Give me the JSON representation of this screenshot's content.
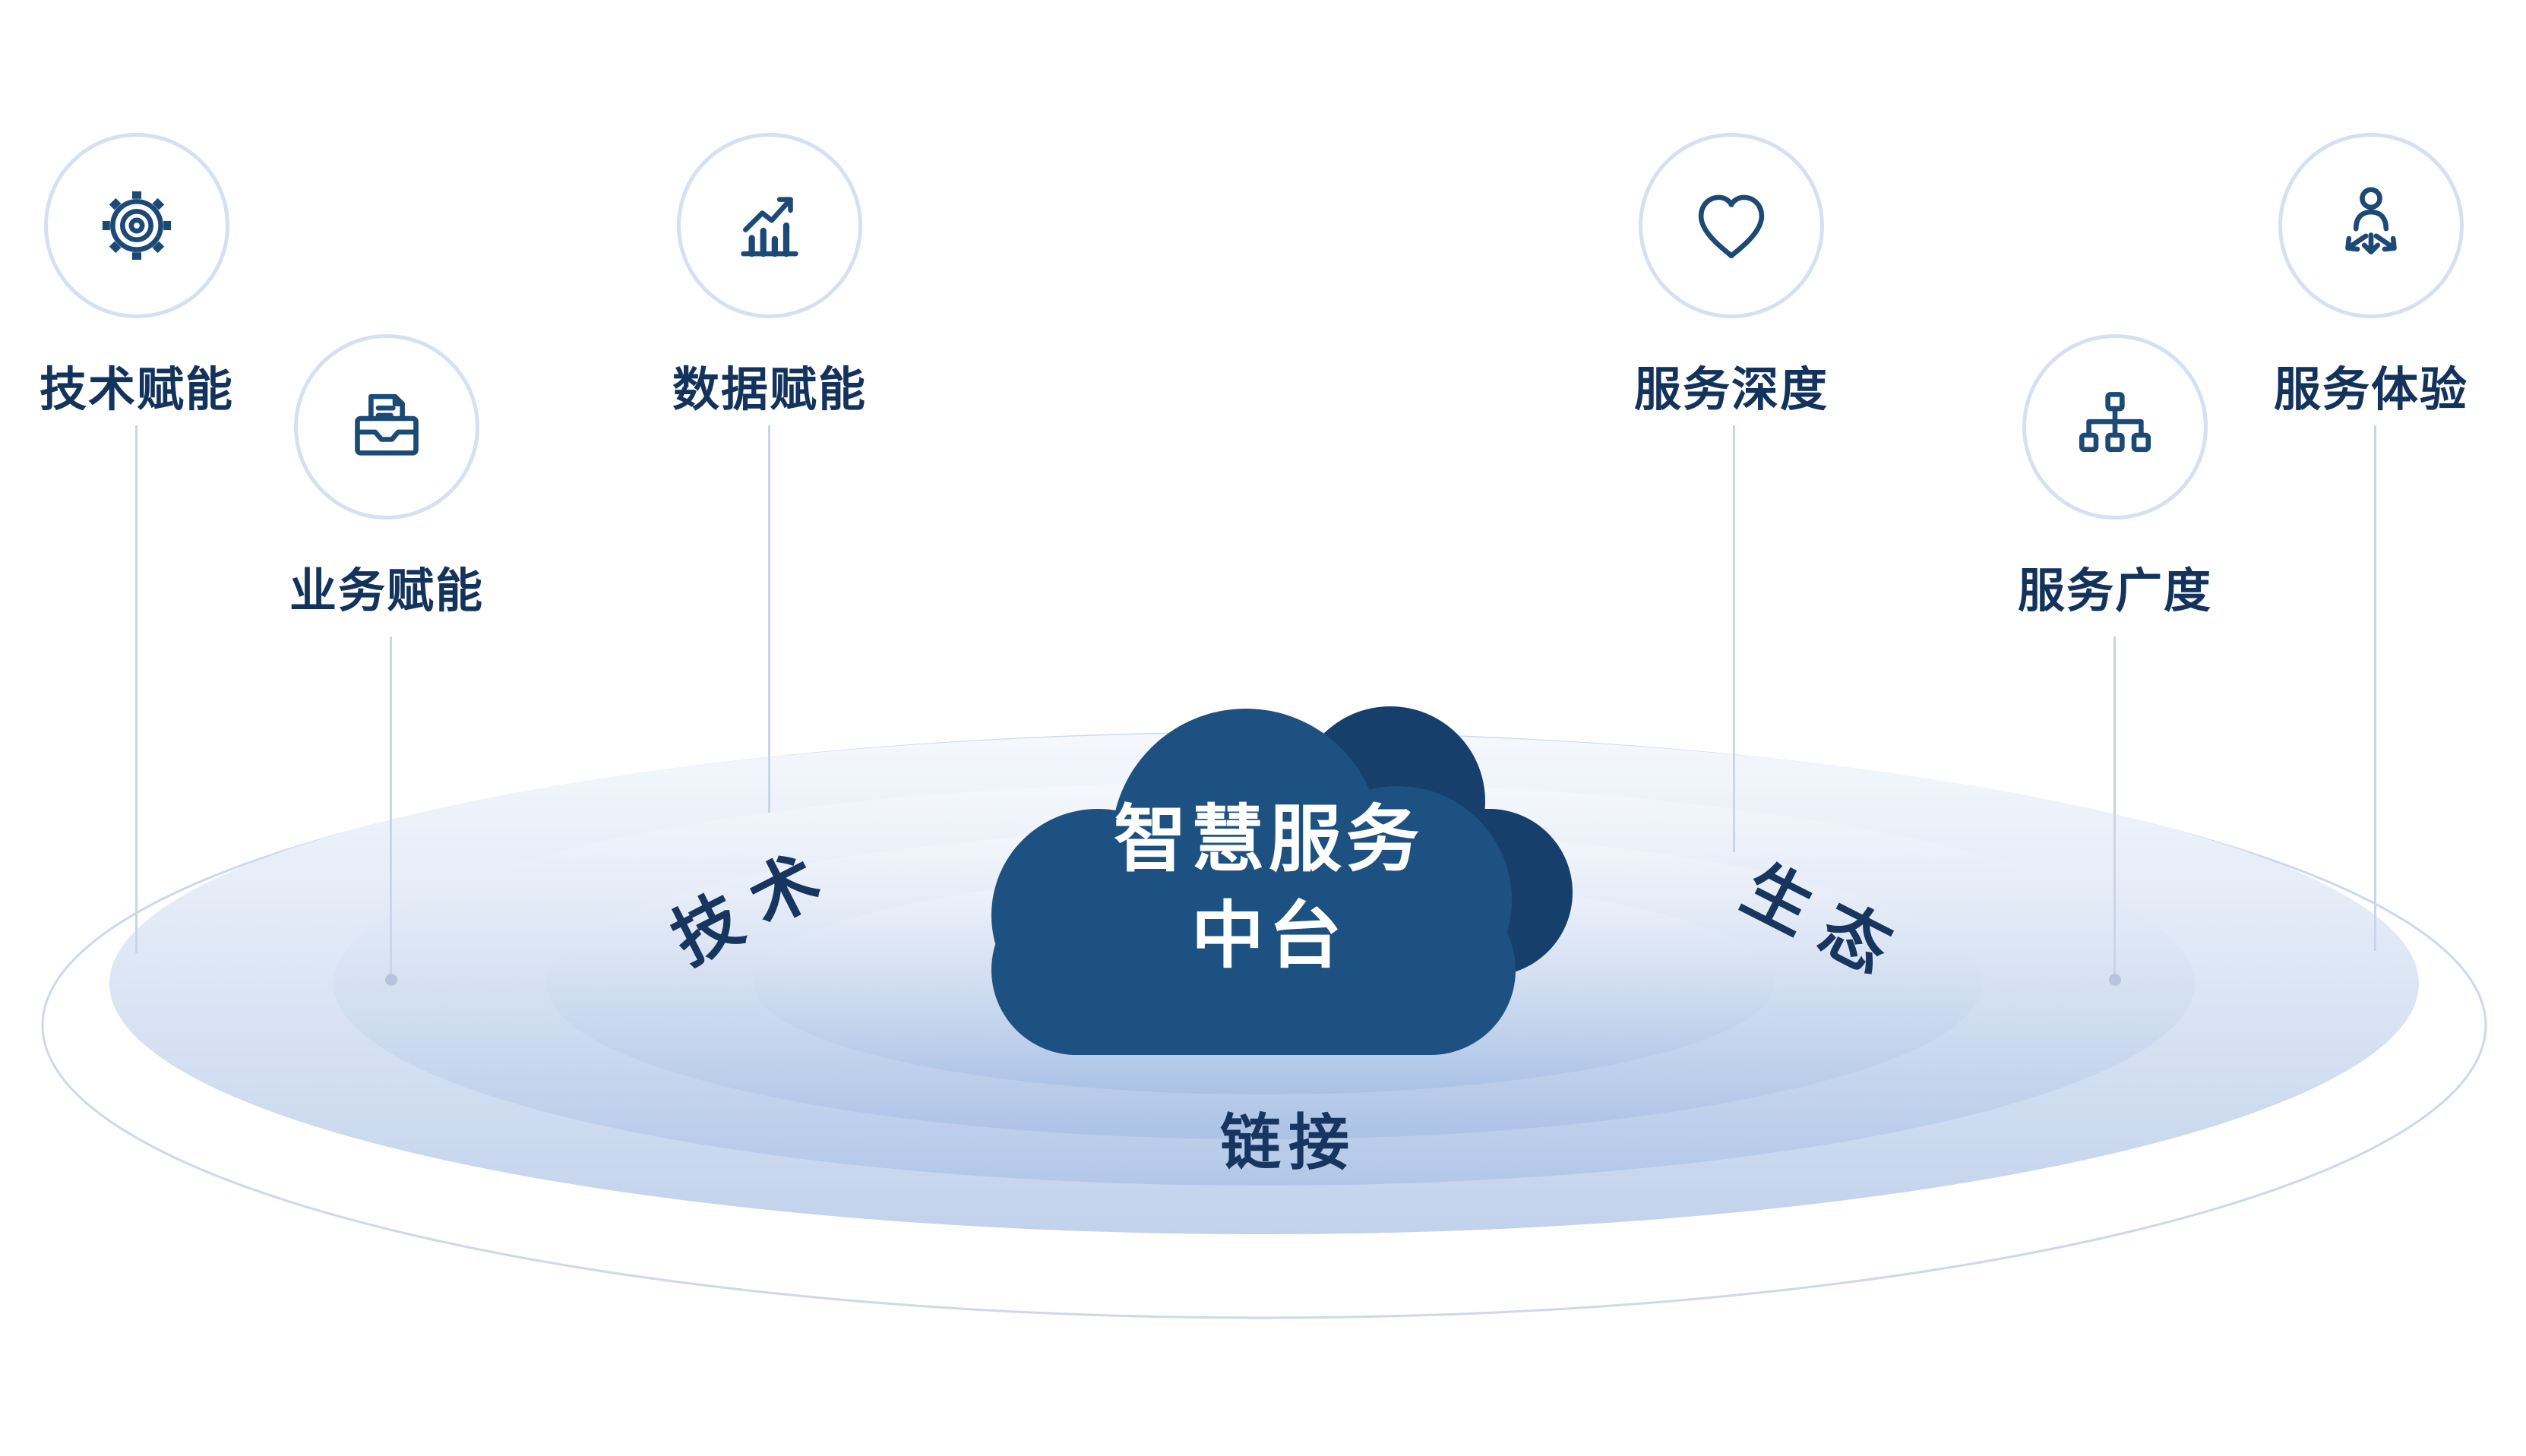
{
  "diagram": {
    "center_cloud": {
      "line1": "智慧服务",
      "line2": "中台"
    },
    "ring_labels": {
      "technology": "技术",
      "ecosystem": "生态",
      "link": "链接"
    },
    "nodes": [
      {
        "label": "技术赋能",
        "icon": "gear-icon"
      },
      {
        "label": "业务赋能",
        "icon": "document-tray-icon"
      },
      {
        "label": "数据赋能",
        "icon": "bar-chart-icon"
      },
      {
        "label": "服务深度",
        "icon": "heart-icon"
      },
      {
        "label": "服务广度",
        "icon": "sitemap-icon"
      },
      {
        "label": "服务体验",
        "icon": "person-arrows-icon"
      }
    ],
    "colors": {
      "icon_stroke": "#1c4975",
      "label_text": "#13335d",
      "cloud_front": "#1d5181",
      "cloud_back": "#16406b",
      "cloud_text": "#ffffff",
      "ripple_top": "#f5f8fd",
      "ripple_bottom": "#c2d2ec",
      "outline_stroke": "#ccd8ec",
      "connector_line": "#c9d5e9"
    }
  }
}
